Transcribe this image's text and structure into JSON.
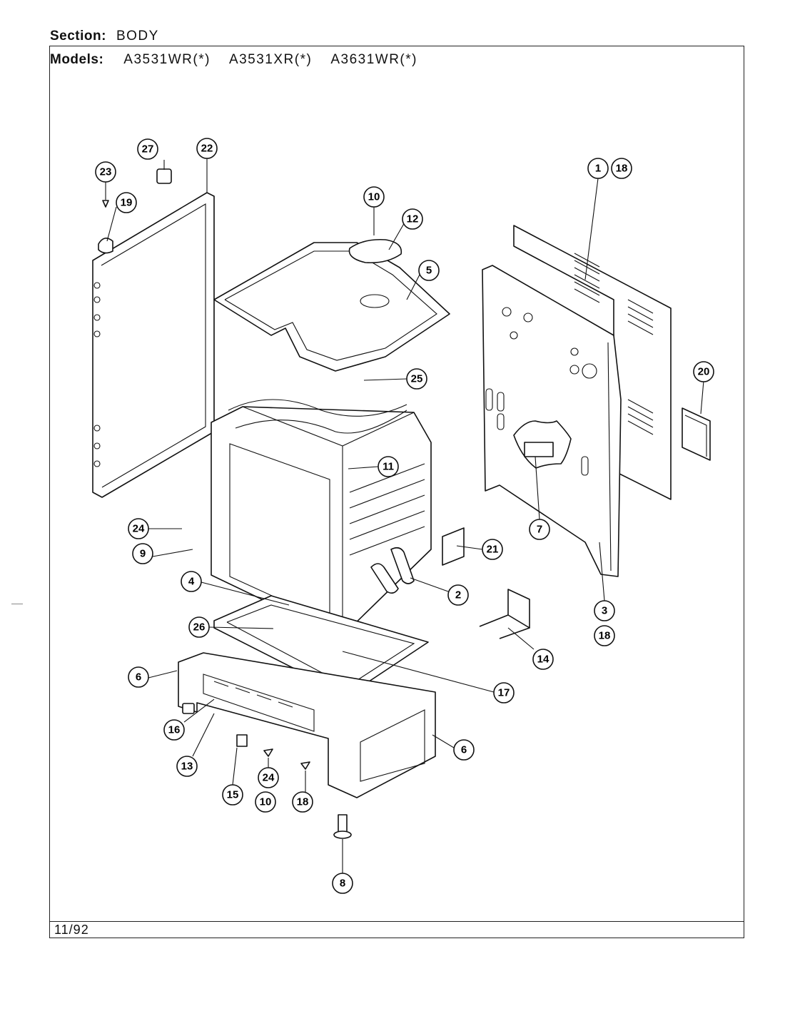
{
  "header": {
    "section_label": "Section:",
    "section_value": "BODY",
    "models_label": "Models:",
    "models": [
      "A3531WR(*)",
      "A3531XR(*)",
      "A3631WR(*)"
    ]
  },
  "footer": {
    "date": "11/92"
  },
  "callouts": [
    "27",
    "22",
    "23",
    "19",
    "10",
    "12",
    "1",
    "18",
    "5",
    "25",
    "20",
    "11",
    "24",
    "9",
    "7",
    "21",
    "2",
    "4",
    "3",
    "18",
    "26",
    "14",
    "6",
    "17",
    "16",
    "13",
    "15",
    "24",
    "10",
    "18",
    "6",
    "8"
  ]
}
